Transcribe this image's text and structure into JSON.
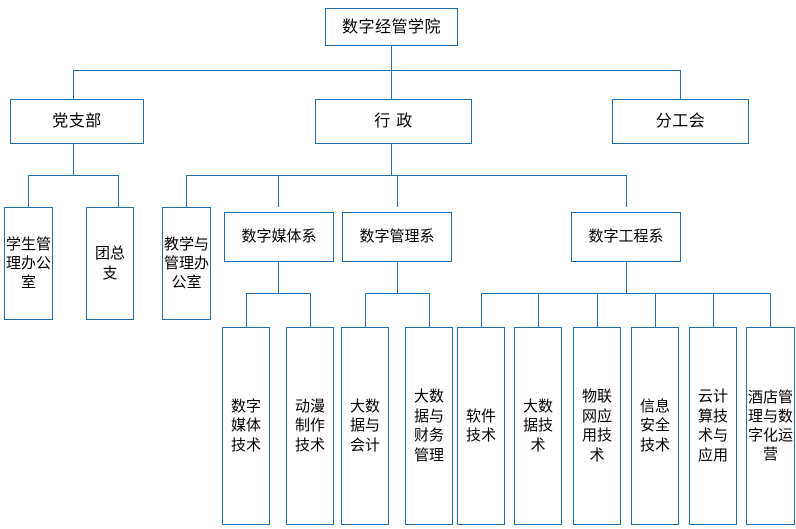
{
  "diagram": {
    "type": "organization-chart",
    "title": "数字经管学院",
    "accent_color": "#1F6FB5",
    "background_color": "#FFFFFF",
    "text_color": "#000000",
    "levels": 4
  },
  "nodes": {
    "root": {
      "label": "数字经管学院"
    },
    "level2": [
      {
        "id": "party-branch",
        "label": "党支部"
      },
      {
        "id": "administration",
        "label": "行 政"
      },
      {
        "id": "union",
        "label": "分工会"
      }
    ],
    "level3": [
      {
        "id": "student-affairs-office",
        "label": "学生管理办公室",
        "parent": "party-branch"
      },
      {
        "id": "youth-league-branch",
        "label": "团总支",
        "parent": "party-branch"
      },
      {
        "id": "teaching-admin-office",
        "label": "教学与管理办公室",
        "parent": "administration"
      },
      {
        "id": "digital-media-dept",
        "label": "数字媒体系",
        "parent": "administration"
      },
      {
        "id": "digital-management-dept",
        "label": "数字管理系",
        "parent": "administration"
      },
      {
        "id": "digital-engineering-dept",
        "label": "数字工程系",
        "parent": "administration"
      }
    ],
    "level4": [
      {
        "id": "digital-media-tech",
        "label": "数字媒体技术",
        "parent": "digital-media-dept"
      },
      {
        "id": "animation-production-tech",
        "label": "动漫制作技术",
        "parent": "digital-media-dept"
      },
      {
        "id": "big-data-accounting",
        "label": "大数据与会计",
        "parent": "digital-management-dept"
      },
      {
        "id": "big-data-finance-management",
        "label": "大数据与财务管理",
        "parent": "digital-management-dept"
      },
      {
        "id": "software-tech",
        "label": "软件技术",
        "parent": "digital-engineering-dept"
      },
      {
        "id": "big-data-tech",
        "label": "大数据技术",
        "parent": "digital-engineering-dept"
      },
      {
        "id": "iot-application-tech",
        "label": "物联网应用技术",
        "parent": "digital-engineering-dept"
      },
      {
        "id": "information-security-tech",
        "label": "信息安全技术",
        "parent": "digital-engineering-dept"
      },
      {
        "id": "cloud-computing-tech",
        "label": "云计算技术与应用",
        "parent": "digital-engineering-dept"
      },
      {
        "id": "hotel-management-digital-ops",
        "label": "酒店管理与数字化运营",
        "parent": "digital-engineering-dept"
      }
    ]
  }
}
